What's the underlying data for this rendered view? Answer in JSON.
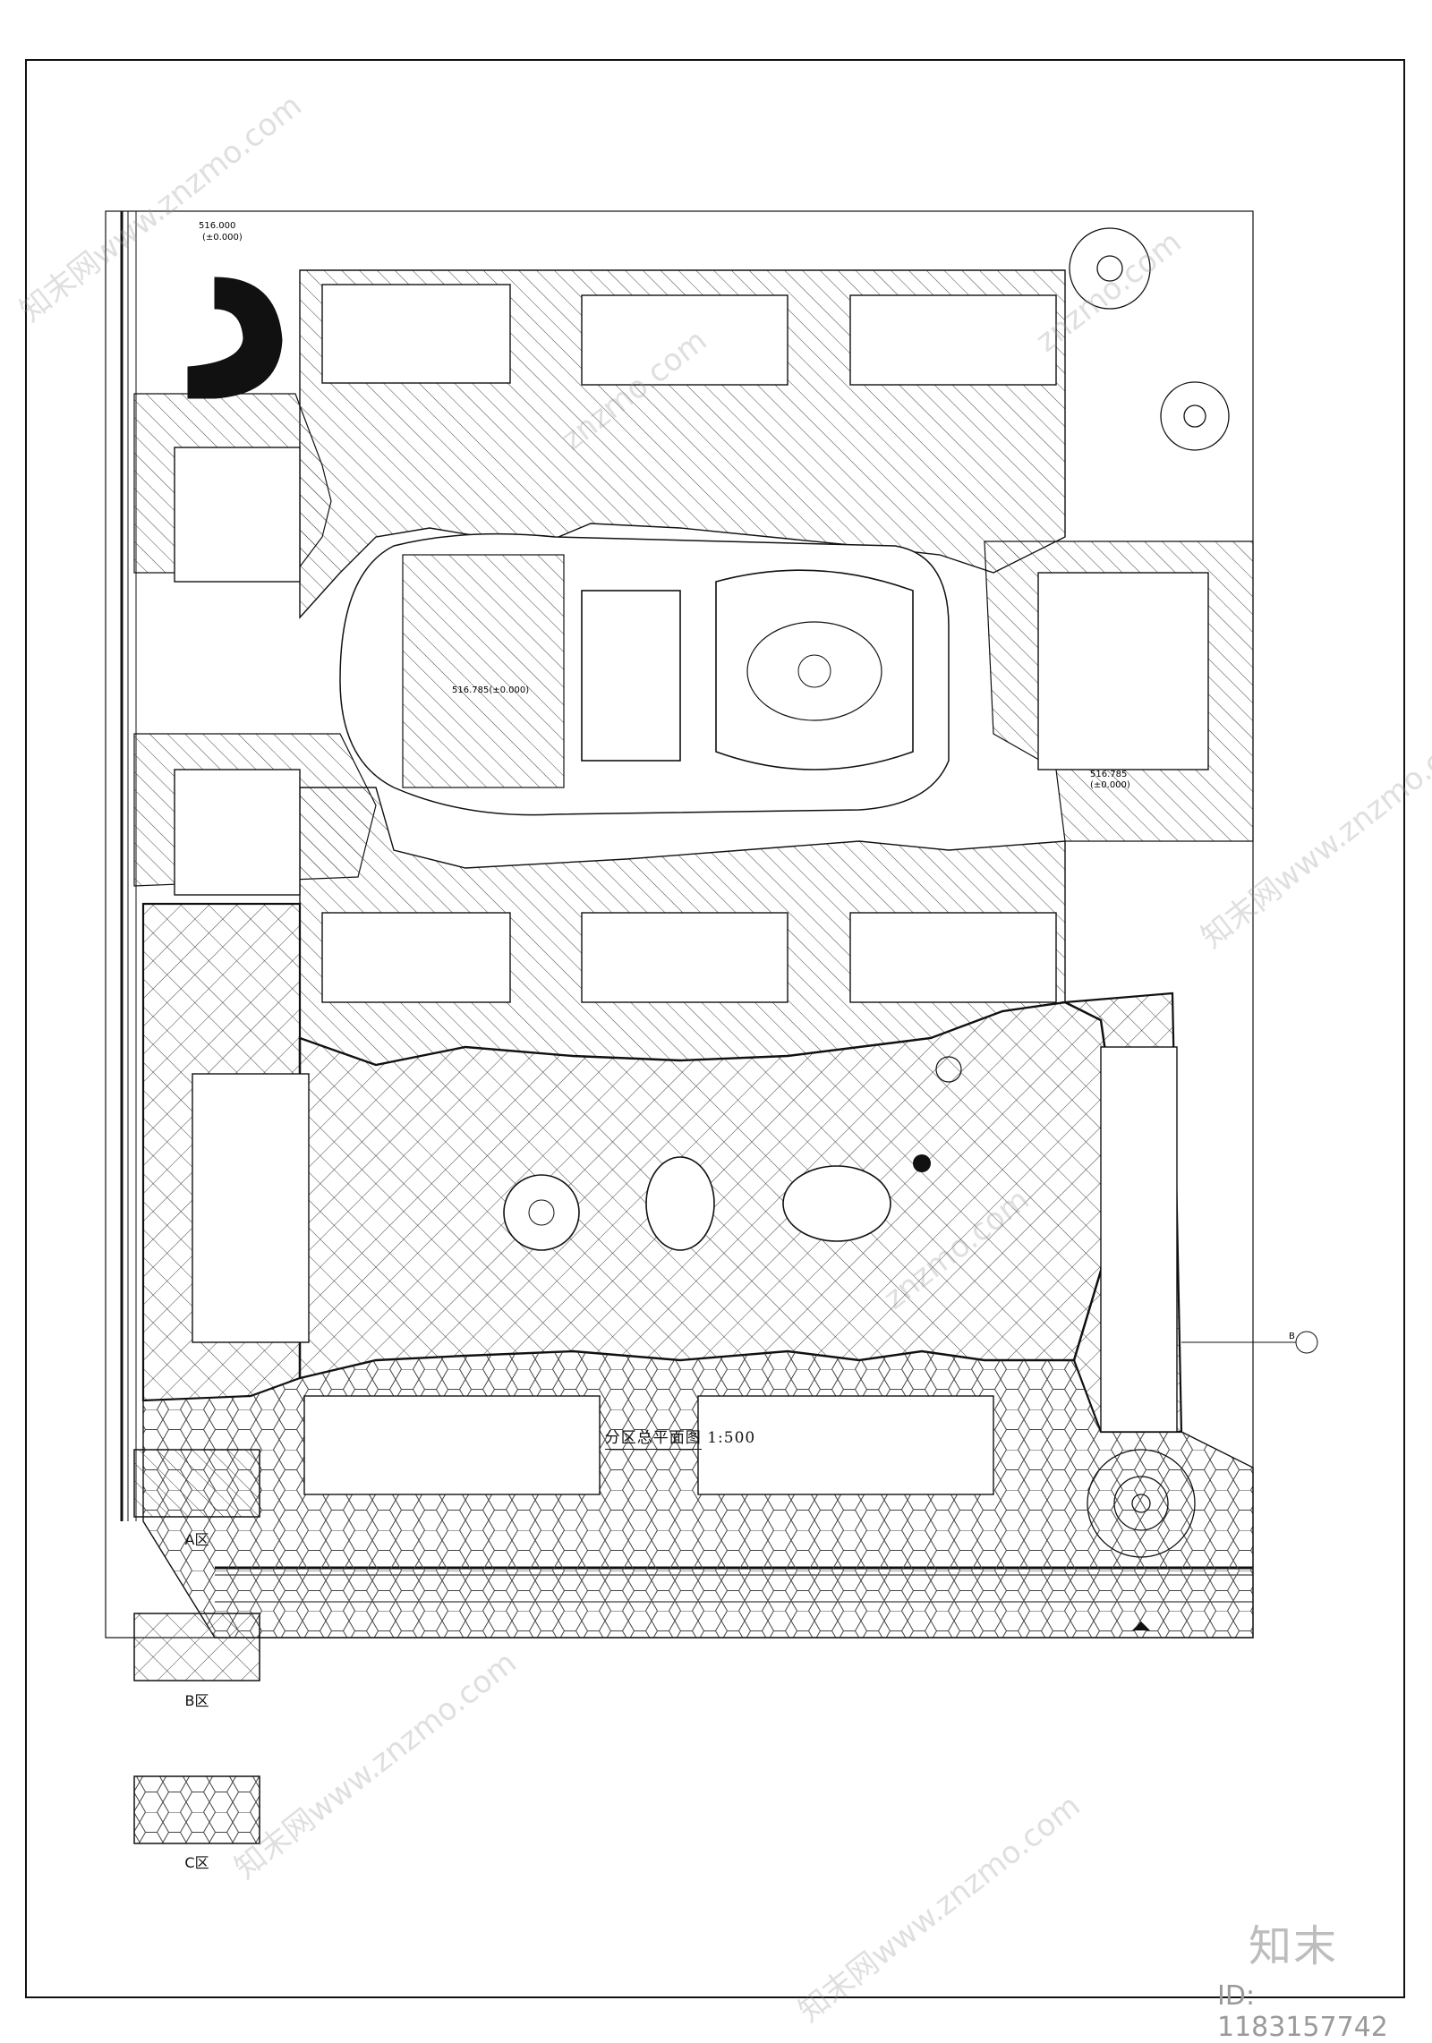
{
  "drawing": {
    "title": "分区总平面图",
    "scale": "1:500",
    "elevation_top_left": "516.000",
    "elevation_top_left_sub": "(±0.000)",
    "elevation_center": "516.785(±0.000)",
    "elevation_right": "516.785",
    "elevation_right_sub": "(±0.000)",
    "section_marker": "B"
  },
  "legend": {
    "zone_a": "A区",
    "zone_b": "B区",
    "zone_c": "C区"
  },
  "brand": {
    "name": "知末",
    "id_label": "ID: 1183157742"
  },
  "watermark": {
    "text": "znzmo.com",
    "text_alt": "知末网www.znzmo.com"
  },
  "colors": {
    "line": "#111111",
    "hatch": "#4a4a4a",
    "watermark": "#9a9a9a"
  }
}
